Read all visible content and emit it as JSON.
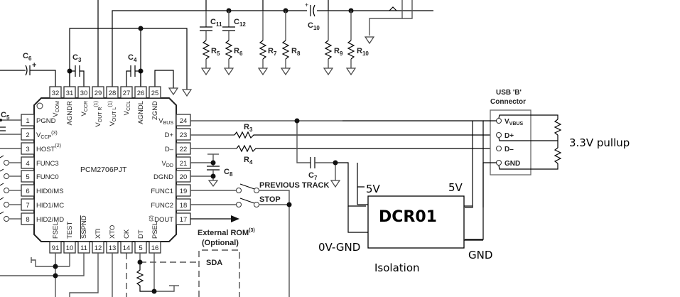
{
  "ic": {
    "name": "PCM2706PJT",
    "left_pins": [
      {
        "num": "1",
        "label": "PGND"
      },
      {
        "num": "2",
        "label": "VCCP",
        "sup": "(3)"
      },
      {
        "num": "3",
        "label": "HOST",
        "sup": "(2)"
      },
      {
        "num": "4",
        "label": "FUNC3"
      },
      {
        "num": "5",
        "label": "FUNC0"
      },
      {
        "num": "6",
        "label": "HID0/MS"
      },
      {
        "num": "7",
        "label": "HID1/MC"
      },
      {
        "num": "8",
        "label": "HID2/MD"
      }
    ],
    "right_pins": [
      {
        "num": "24",
        "label": "VBUS"
      },
      {
        "num": "23",
        "label": "D+"
      },
      {
        "num": "22",
        "label": "D–"
      },
      {
        "num": "21",
        "label": "VDD"
      },
      {
        "num": "20",
        "label": "DGND"
      },
      {
        "num": "19",
        "label": "FUNC1"
      },
      {
        "num": "18",
        "label": "FUNC2"
      },
      {
        "num": "17",
        "label": "DOUT"
      }
    ],
    "top_pins": [
      {
        "num": "32",
        "label": "VCOM"
      },
      {
        "num": "31",
        "label": "AGNDR"
      },
      {
        "num": "30",
        "label": "VCCR"
      },
      {
        "num": "29",
        "label": "VOUT R",
        "sup": "(1)"
      },
      {
        "num": "28",
        "label": "VOUT L",
        "sup": "(1)"
      },
      {
        "num": "27",
        "label": "VCCL"
      },
      {
        "num": "26",
        "label": "AGNDL"
      },
      {
        "num": "25",
        "label": "ZGND"
      }
    ],
    "bottom_pins": [
      {
        "num": "91",
        "label": "FSEL"
      },
      {
        "num": "10",
        "label": "TEST"
      },
      {
        "num": "11",
        "label": "SSPND"
      },
      {
        "num": "12",
        "label": "XTI"
      },
      {
        "num": "13",
        "label": "XTO"
      },
      {
        "num": "14",
        "label": "CK"
      },
      {
        "num": "5",
        "label": "DT"
      },
      {
        "num": "16",
        "label": "PSEL",
        "sup": "(2)"
      }
    ]
  },
  "components": {
    "capacitors": [
      "C",
      "C",
      "C",
      "C",
      "C",
      "C",
      "C",
      "C",
      "C",
      "C"
    ],
    "cap_subs": {
      "c3": "3",
      "c4": "4",
      "c5": "5",
      "c6": "6",
      "c7": "7",
      "c8": "8",
      "c10": "10",
      "c11": "11",
      "c12": "12"
    },
    "res_subs": {
      "r3": "3",
      "r4": "4",
      "r5": "5",
      "r6": "6",
      "r7": "7",
      "r8": "8",
      "r9": "9",
      "r10": "10"
    },
    "prefix_c": "C",
    "prefix_r": "R",
    "polarity_plus": "+"
  },
  "switches": {
    "previous_track": "PREVIOUS TRACK",
    "stop": "STOP"
  },
  "external_rom": {
    "title": "External ROM",
    "sup": "(3)",
    "subtitle": "(Optional)",
    "sda": "SDA"
  },
  "usb": {
    "title_line1": "USB 'B'",
    "title_line2": "Connector",
    "pins": [
      "VBUS",
      "D+",
      "D–",
      "GND"
    ]
  },
  "annotations": {
    "pullup": "3.3V pullup",
    "dcr_name": "DCR01",
    "in_5v": "5V",
    "out_5v": "5V",
    "in_gnd": "0V-GND",
    "out_gnd": "GND",
    "isolation": "Isolation"
  }
}
